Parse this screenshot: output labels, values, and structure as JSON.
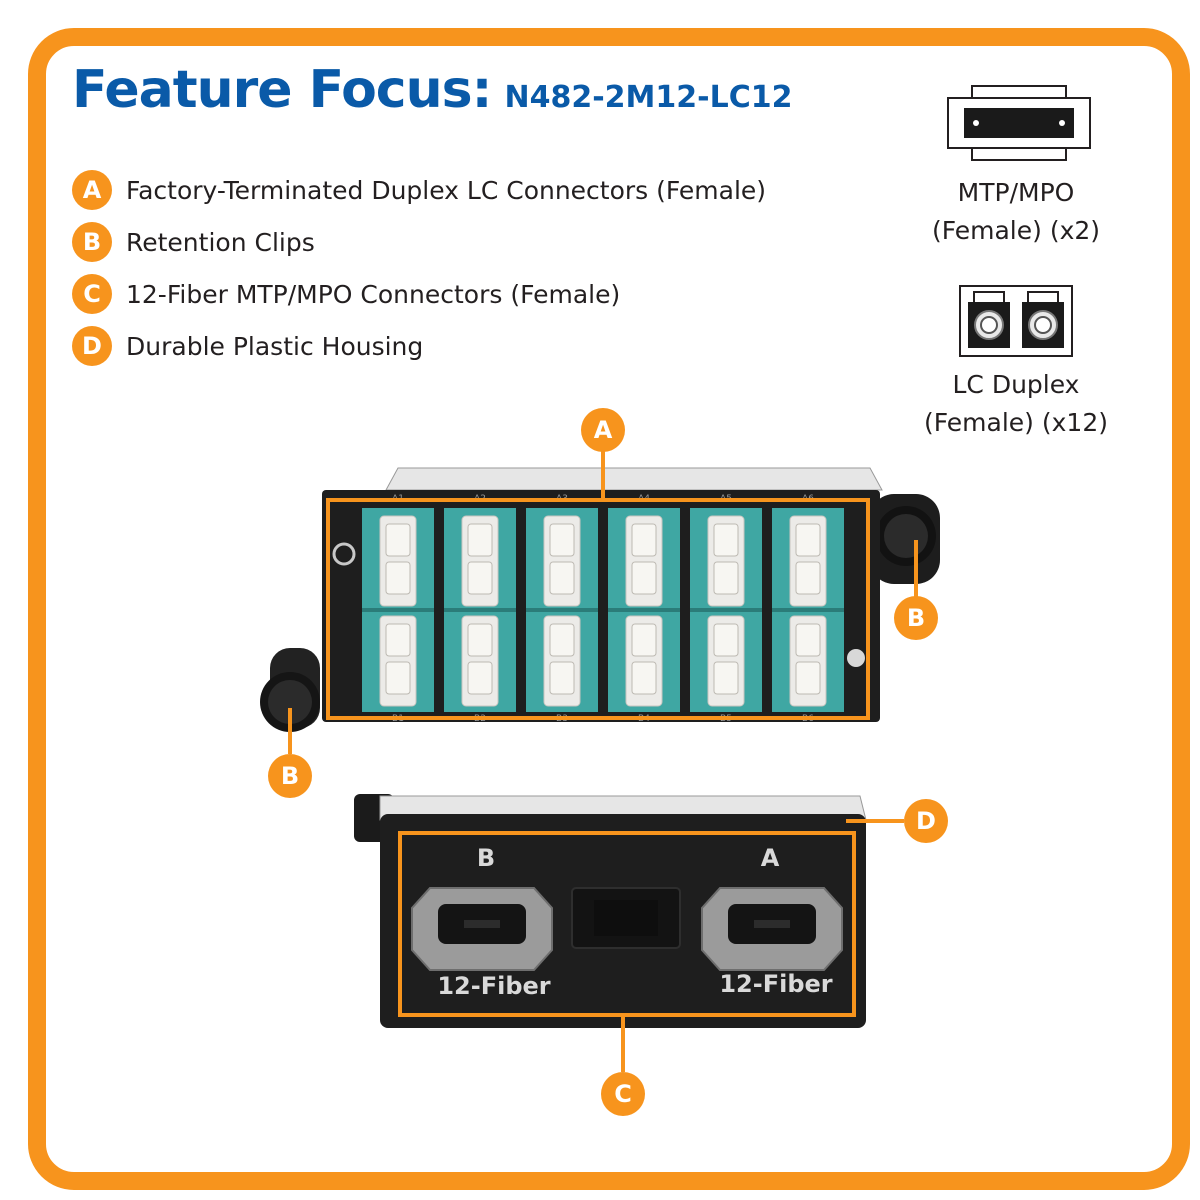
{
  "header": {
    "title": "Feature Focus:",
    "model": "N482-2M12-LC12"
  },
  "features": [
    {
      "letter": "A",
      "label": "Factory-Terminated Duplex LC Connectors (Female)"
    },
    {
      "letter": "B",
      "label": "Retention Clips"
    },
    {
      "letter": "C",
      "label": "12-Fiber MTP/MPO Connectors (Female)"
    },
    {
      "letter": "D",
      "label": "Durable Plastic Housing"
    }
  ],
  "legend": {
    "mtp": {
      "line1": "MTP/MPO",
      "line2": "(Female) (x2)"
    },
    "lc": {
      "line1": "LC Duplex",
      "line2": "(Female) (x12)"
    }
  },
  "front_panel": {
    "top_labels": [
      "A1",
      "A2",
      "A3",
      "A4",
      "A5",
      "A6"
    ],
    "bottom_labels": [
      "B1",
      "B2",
      "B3",
      "B4",
      "B5",
      "B6"
    ]
  },
  "rear_panel": {
    "port_b_letter": "B",
    "port_a_letter": "A",
    "port_b_caption": "12-Fiber",
    "port_a_caption": "12-Fiber"
  },
  "callouts": {
    "a": "A",
    "b_right": "B",
    "b_left": "B",
    "c": "C",
    "d": "D"
  },
  "colors": {
    "accent": "#f7941d",
    "title": "#0a5aa8",
    "adapter_aqua": "#3fa7a3",
    "housing": "#1e1e1e"
  }
}
